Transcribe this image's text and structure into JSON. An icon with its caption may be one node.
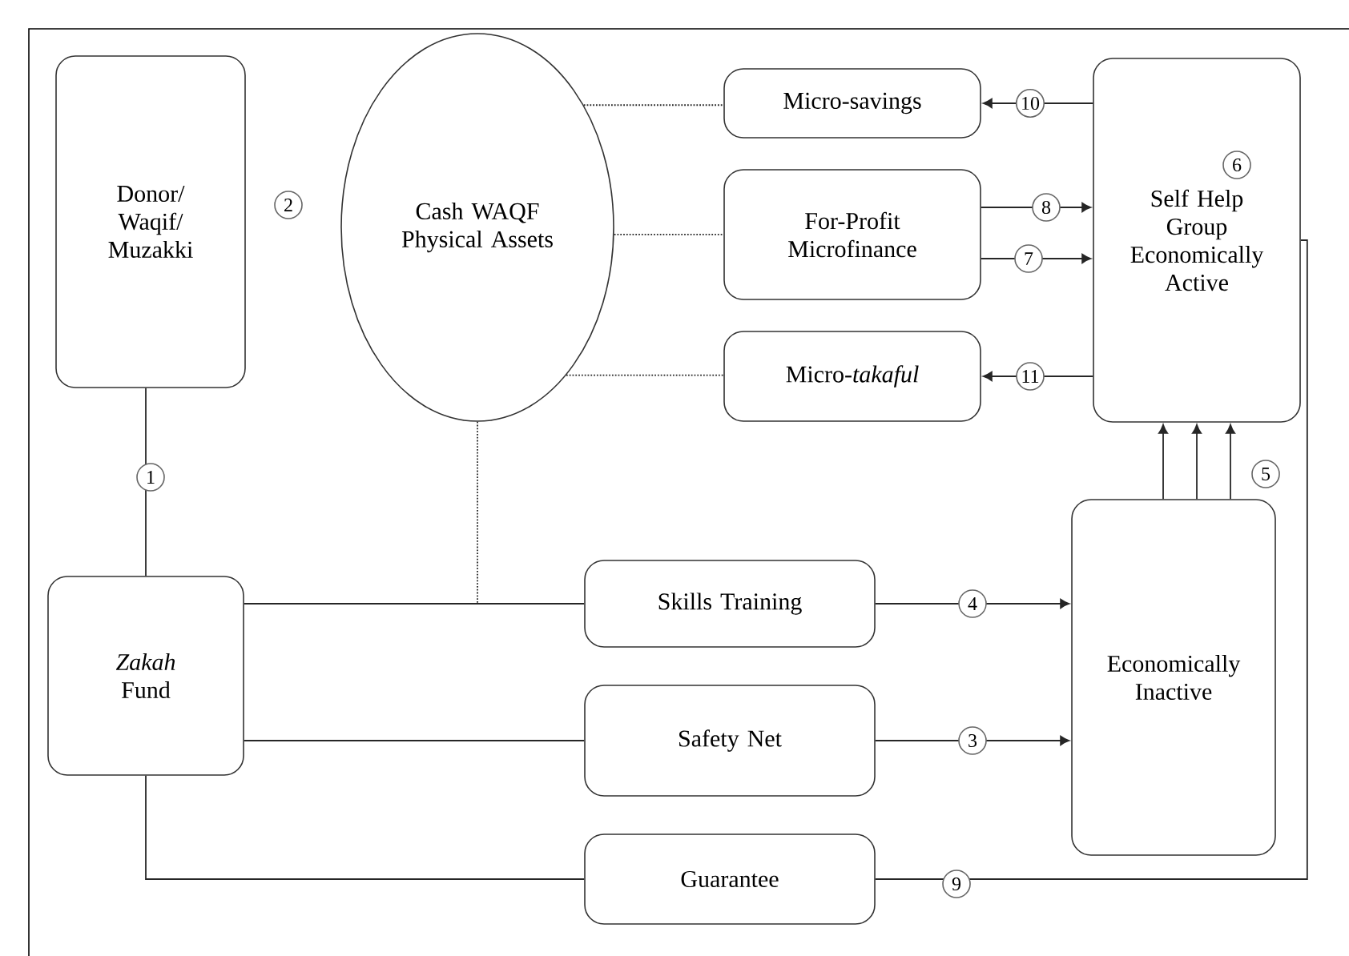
{
  "diagram": {
    "nodes": [
      {
        "text": [
          "Donor/ Waqif/ Muzakki"
        ]
      },
      {
        "text": [
          "Cash WAQF Physical Assets"
        ]
      },
      {
        "text": [
          "Micro-savings"
        ]
      },
      {
        "text": [
          "For-Profit Microfinance"
        ]
      },
      {
        "text": [
          "Micro-*takaful*"
        ]
      },
      {
        "text": [
          "Self Help Group Economically Active"
        ]
      },
      {
        "text": [
          "*Zakah* Fund"
        ]
      },
      {
        "text": [
          "Skills Training"
        ]
      },
      {
        "text": [
          "Safety Net"
        ]
      },
      {
        "text": [
          "Guarantee"
        ]
      },
      {
        "text": [
          "Economically Inactive"
        ]
      }
    ],
    "edges": [
      {
        "from": 0,
        "to": 6,
        "arrow": "none",
        "label": "1"
      },
      {
        "from": 1,
        "to": 2,
        "arrow": "none",
        "style": "dashed"
      },
      {
        "from": 1,
        "to": 3,
        "arrow": "none",
        "style": "dashed"
      },
      {
        "from": 1,
        "to": 4,
        "arrow": "none",
        "style": "dashed"
      },
      {
        "from": 1,
        "to": null,
        "arrow": "none",
        "style": "dashed"
      },
      {
        "from": 6,
        "to": 7,
        "arrow": "none"
      },
      {
        "from": 6,
        "to": 8,
        "arrow": "none"
      },
      {
        "from": 6,
        "to": 9,
        "arrow": "none"
      },
      {
        "from": 7,
        "to": 10,
        "arrow": "to",
        "label": "4"
      },
      {
        "from": 8,
        "to": 10,
        "arrow": "to",
        "label": "3"
      },
      {
        "from": 9,
        "to": 5,
        "arrow": "none",
        "label": "9"
      },
      {
        "from": 10,
        "to": 5,
        "arrow": "to"
      },
      {
        "from": 10,
        "to": 5,
        "arrow": "to"
      },
      {
        "from": 10,
        "to": 5,
        "arrow": "to"
      },
      {
        "from": 3,
        "to": 5,
        "arrow": "to",
        "label": "8"
      },
      {
        "from": 3,
        "to": 5,
        "arrow": "to",
        "label": "7"
      },
      {
        "from": 5,
        "to": 2,
        "arrow": "to",
        "label": "10"
      },
      {
        "from": 5,
        "to": 4,
        "arrow": "to",
        "label": "11"
      }
    ],
    "labels": [
      "2",
      "6",
      "5"
    ]
  }
}
